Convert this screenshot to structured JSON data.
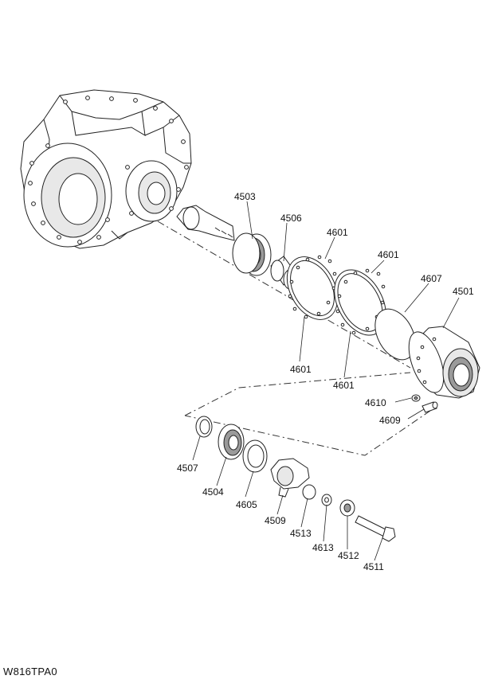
{
  "drawing_code": "W816TPA0",
  "parts": [
    {
      "key": "p4503",
      "number": "4503"
    },
    {
      "key": "p4506",
      "number": "4506"
    },
    {
      "key": "p4601a",
      "number": "4601"
    },
    {
      "key": "p4601b",
      "number": "4601"
    },
    {
      "key": "p4601c",
      "number": "4601"
    },
    {
      "key": "p4601d",
      "number": "4601"
    },
    {
      "key": "p4607",
      "number": "4607"
    },
    {
      "key": "p4501",
      "number": "4501"
    },
    {
      "key": "p4610",
      "number": "4610"
    },
    {
      "key": "p4609",
      "number": "4609"
    },
    {
      "key": "p4507",
      "number": "4507"
    },
    {
      "key": "p4504",
      "number": "4504"
    },
    {
      "key": "p4605",
      "number": "4605"
    },
    {
      "key": "p4509",
      "number": "4509"
    },
    {
      "key": "p4513",
      "number": "4513"
    },
    {
      "key": "p4613",
      "number": "4613"
    },
    {
      "key": "p4512",
      "number": "4512"
    },
    {
      "key": "p4511",
      "number": "4511"
    }
  ]
}
